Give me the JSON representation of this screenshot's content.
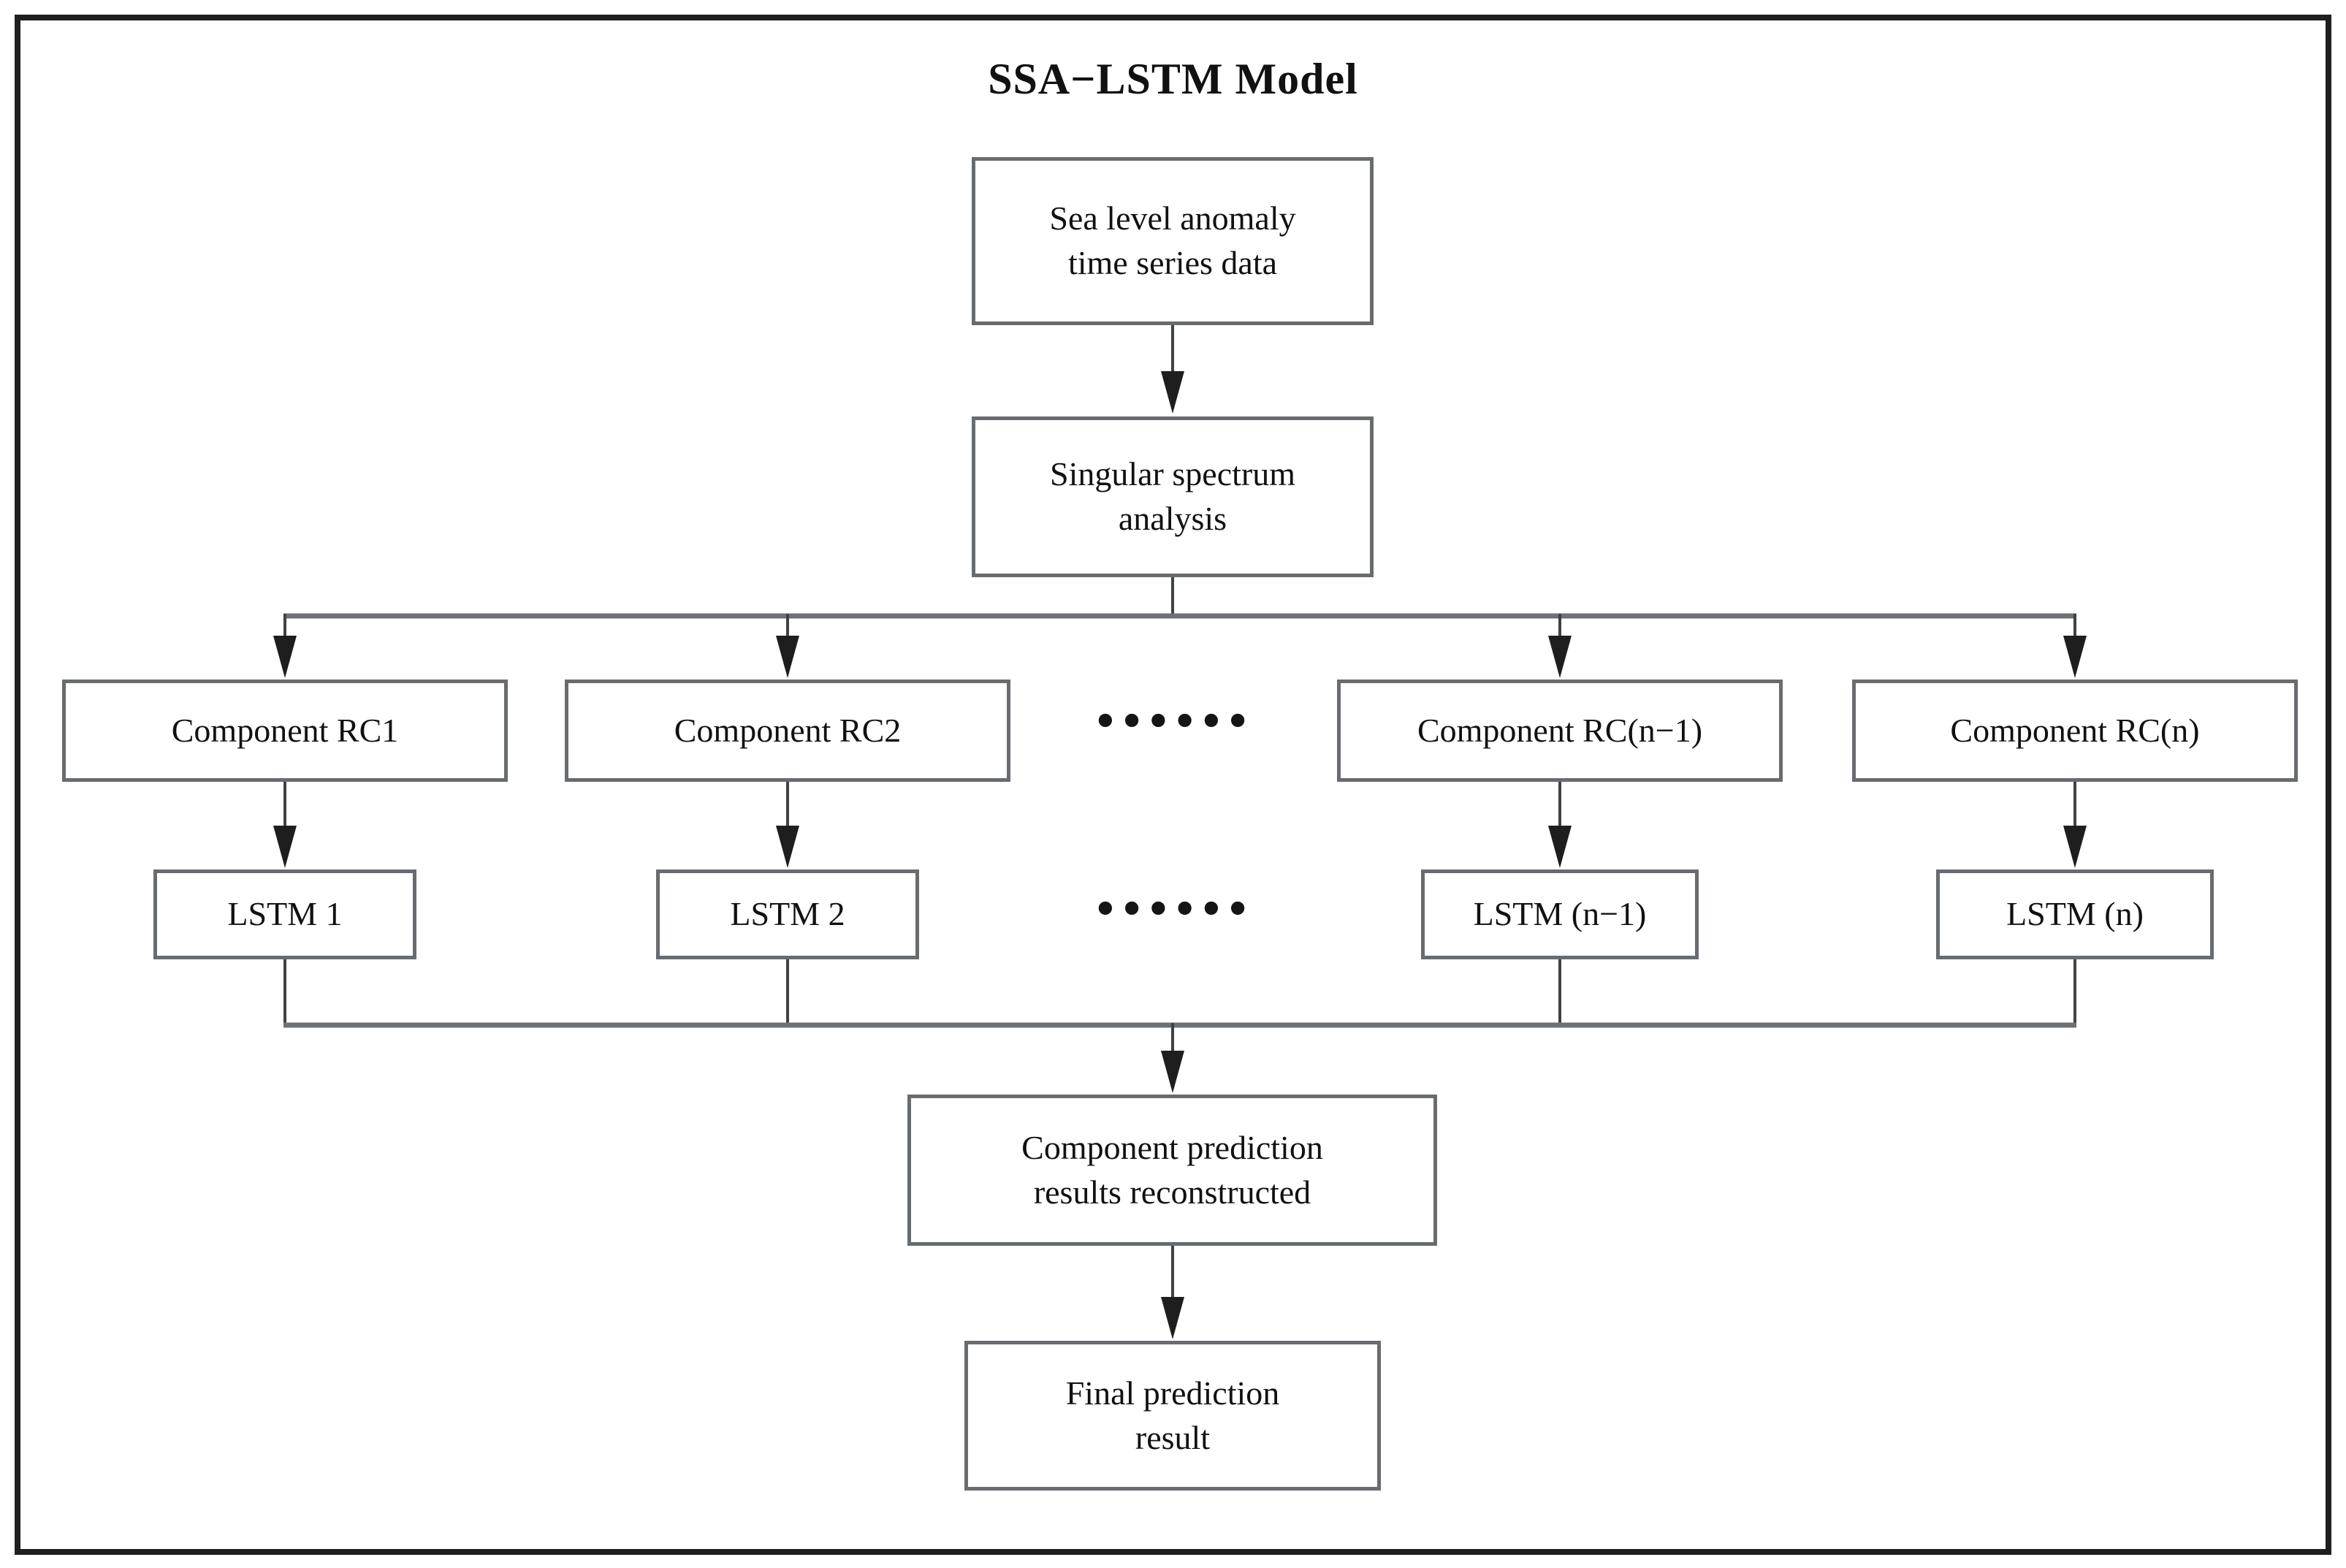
{
  "title": "SSA−LSTM Model",
  "nodes": {
    "input": {
      "label": "Sea level anomaly\ntime series data"
    },
    "ssa": {
      "label": "Singular spectrum\nanalysis"
    },
    "rc1": {
      "label": "Component RC1"
    },
    "rc2": {
      "label": "Component RC2"
    },
    "rc_n1": {
      "label": "Component RC(n−1)"
    },
    "rc_n": {
      "label": "Component RC(n)"
    },
    "lstm1": {
      "label": "LSTM 1"
    },
    "lstm2": {
      "label": "LSTM 2"
    },
    "lstm_n1": {
      "label": "LSTM (n−1)"
    },
    "lstm_n": {
      "label": "LSTM (n)"
    },
    "reconstructed": {
      "label": "Component prediction\nresults reconstructed"
    },
    "final": {
      "label": "Final prediction\nresult"
    }
  },
  "ellipsis": {
    "component_row": "••••••",
    "lstm_row": "••••••"
  },
  "colors": {
    "frame": "#1f1f1f",
    "box_border": "#686c70",
    "connector": "#3f4245",
    "bus": "#6d7175",
    "arrow": "#1e1e1e",
    "text": "#111111",
    "background": "#ffffff"
  }
}
